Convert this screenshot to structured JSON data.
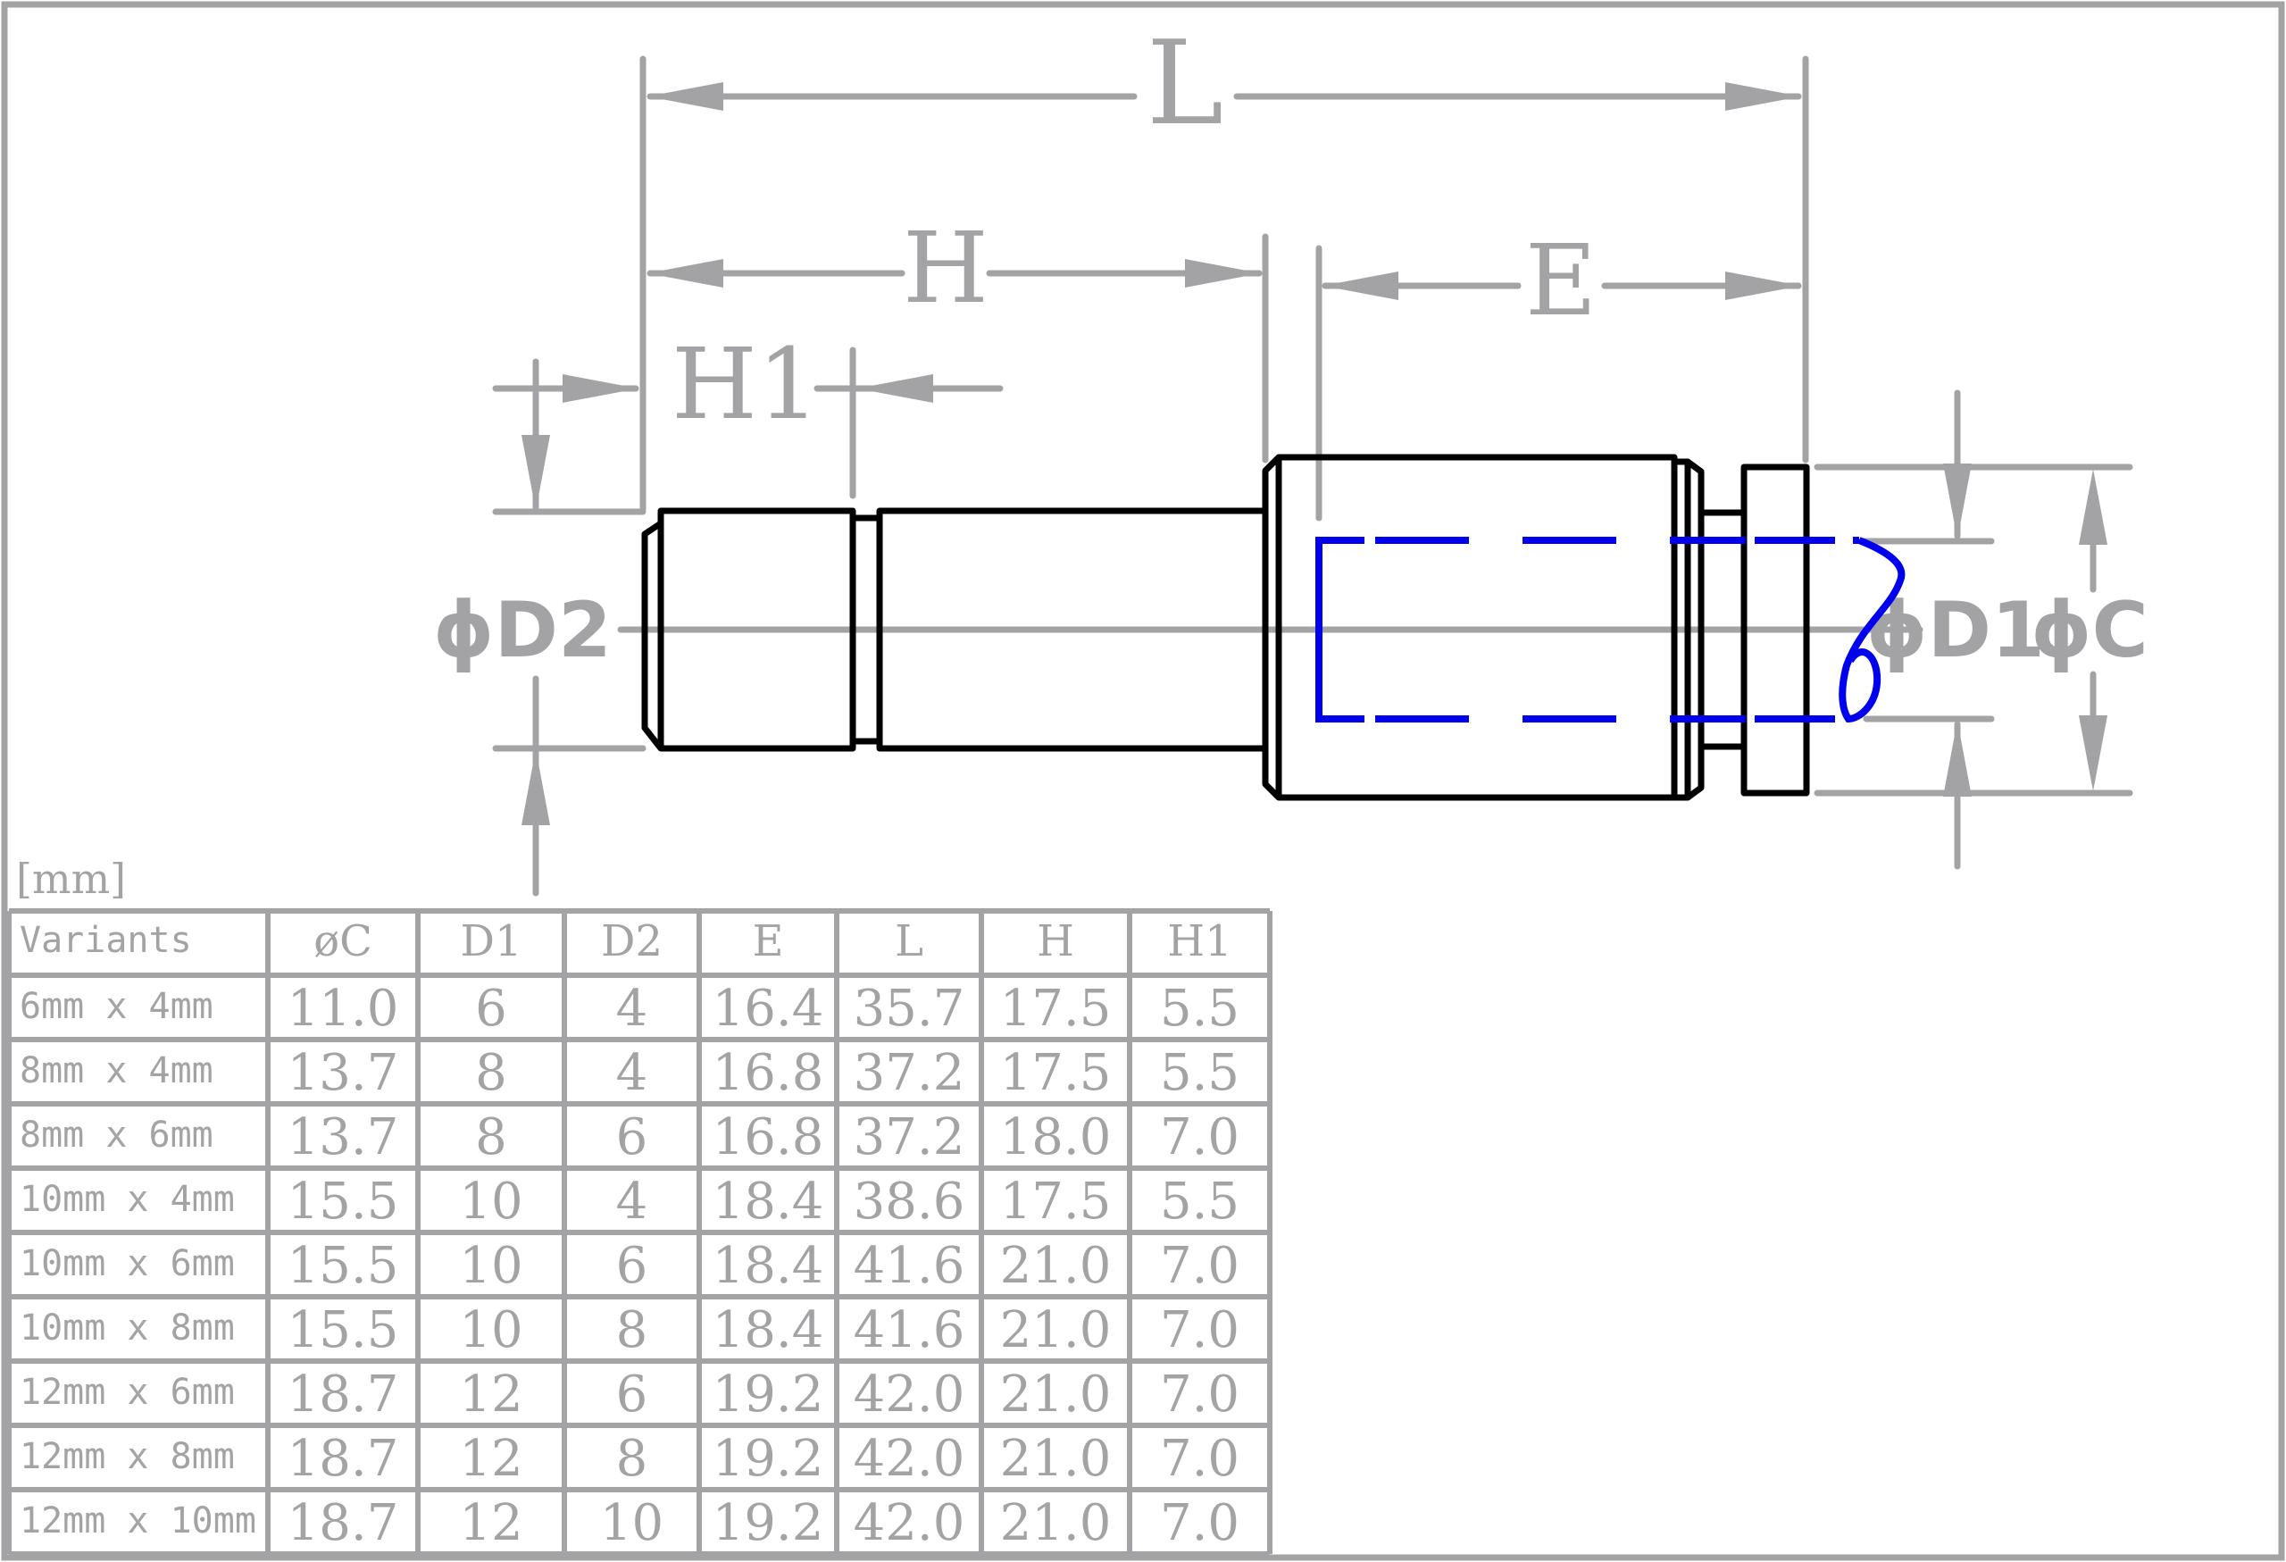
{
  "labels": {
    "L": "L",
    "H": "H",
    "E": "E",
    "H1": "H1",
    "D2": "ϕD2",
    "D1": "ϕD1",
    "C": "ϕC"
  },
  "unit_label": "[mm]",
  "table": {
    "headers": [
      "Variants",
      "øC",
      "D1",
      "D2",
      "E",
      "L",
      "H",
      "H1"
    ],
    "rows": [
      [
        "6mm x 4mm",
        "11.0",
        "6",
        "4",
        "16.4",
        "35.7",
        "17.5",
        "5.5"
      ],
      [
        "8mm x 4mm",
        "13.7",
        "8",
        "4",
        "16.8",
        "37.2",
        "17.5",
        "5.5"
      ],
      [
        "8mm x 6mm",
        "13.7",
        "8",
        "6",
        "16.8",
        "37.2",
        "18.0",
        "7.0"
      ],
      [
        "10mm x 4mm",
        "15.5",
        "10",
        "4",
        "18.4",
        "38.6",
        "17.5",
        "5.5"
      ],
      [
        "10mm x 6mm",
        "15.5",
        "10",
        "6",
        "18.4",
        "41.6",
        "21.0",
        "7.0"
      ],
      [
        "10mm x 8mm",
        "15.5",
        "10",
        "8",
        "18.4",
        "41.6",
        "21.0",
        "7.0"
      ],
      [
        "12mm x 6mm",
        "18.7",
        "12",
        "6",
        "19.2",
        "42.0",
        "21.0",
        "7.0"
      ],
      [
        "12mm x 8mm",
        "18.7",
        "12",
        "8",
        "19.2",
        "42.0",
        "21.0",
        "7.0"
      ],
      [
        "12mm x 10mm",
        "18.7",
        "12",
        "10",
        "19.2",
        "42.0",
        "21.0",
        "7.0"
      ]
    ]
  },
  "colors": {
    "dimension": "#a3a3a6",
    "outline": "#000000",
    "hidden": "#0000ee",
    "background": "#ffffff"
  }
}
